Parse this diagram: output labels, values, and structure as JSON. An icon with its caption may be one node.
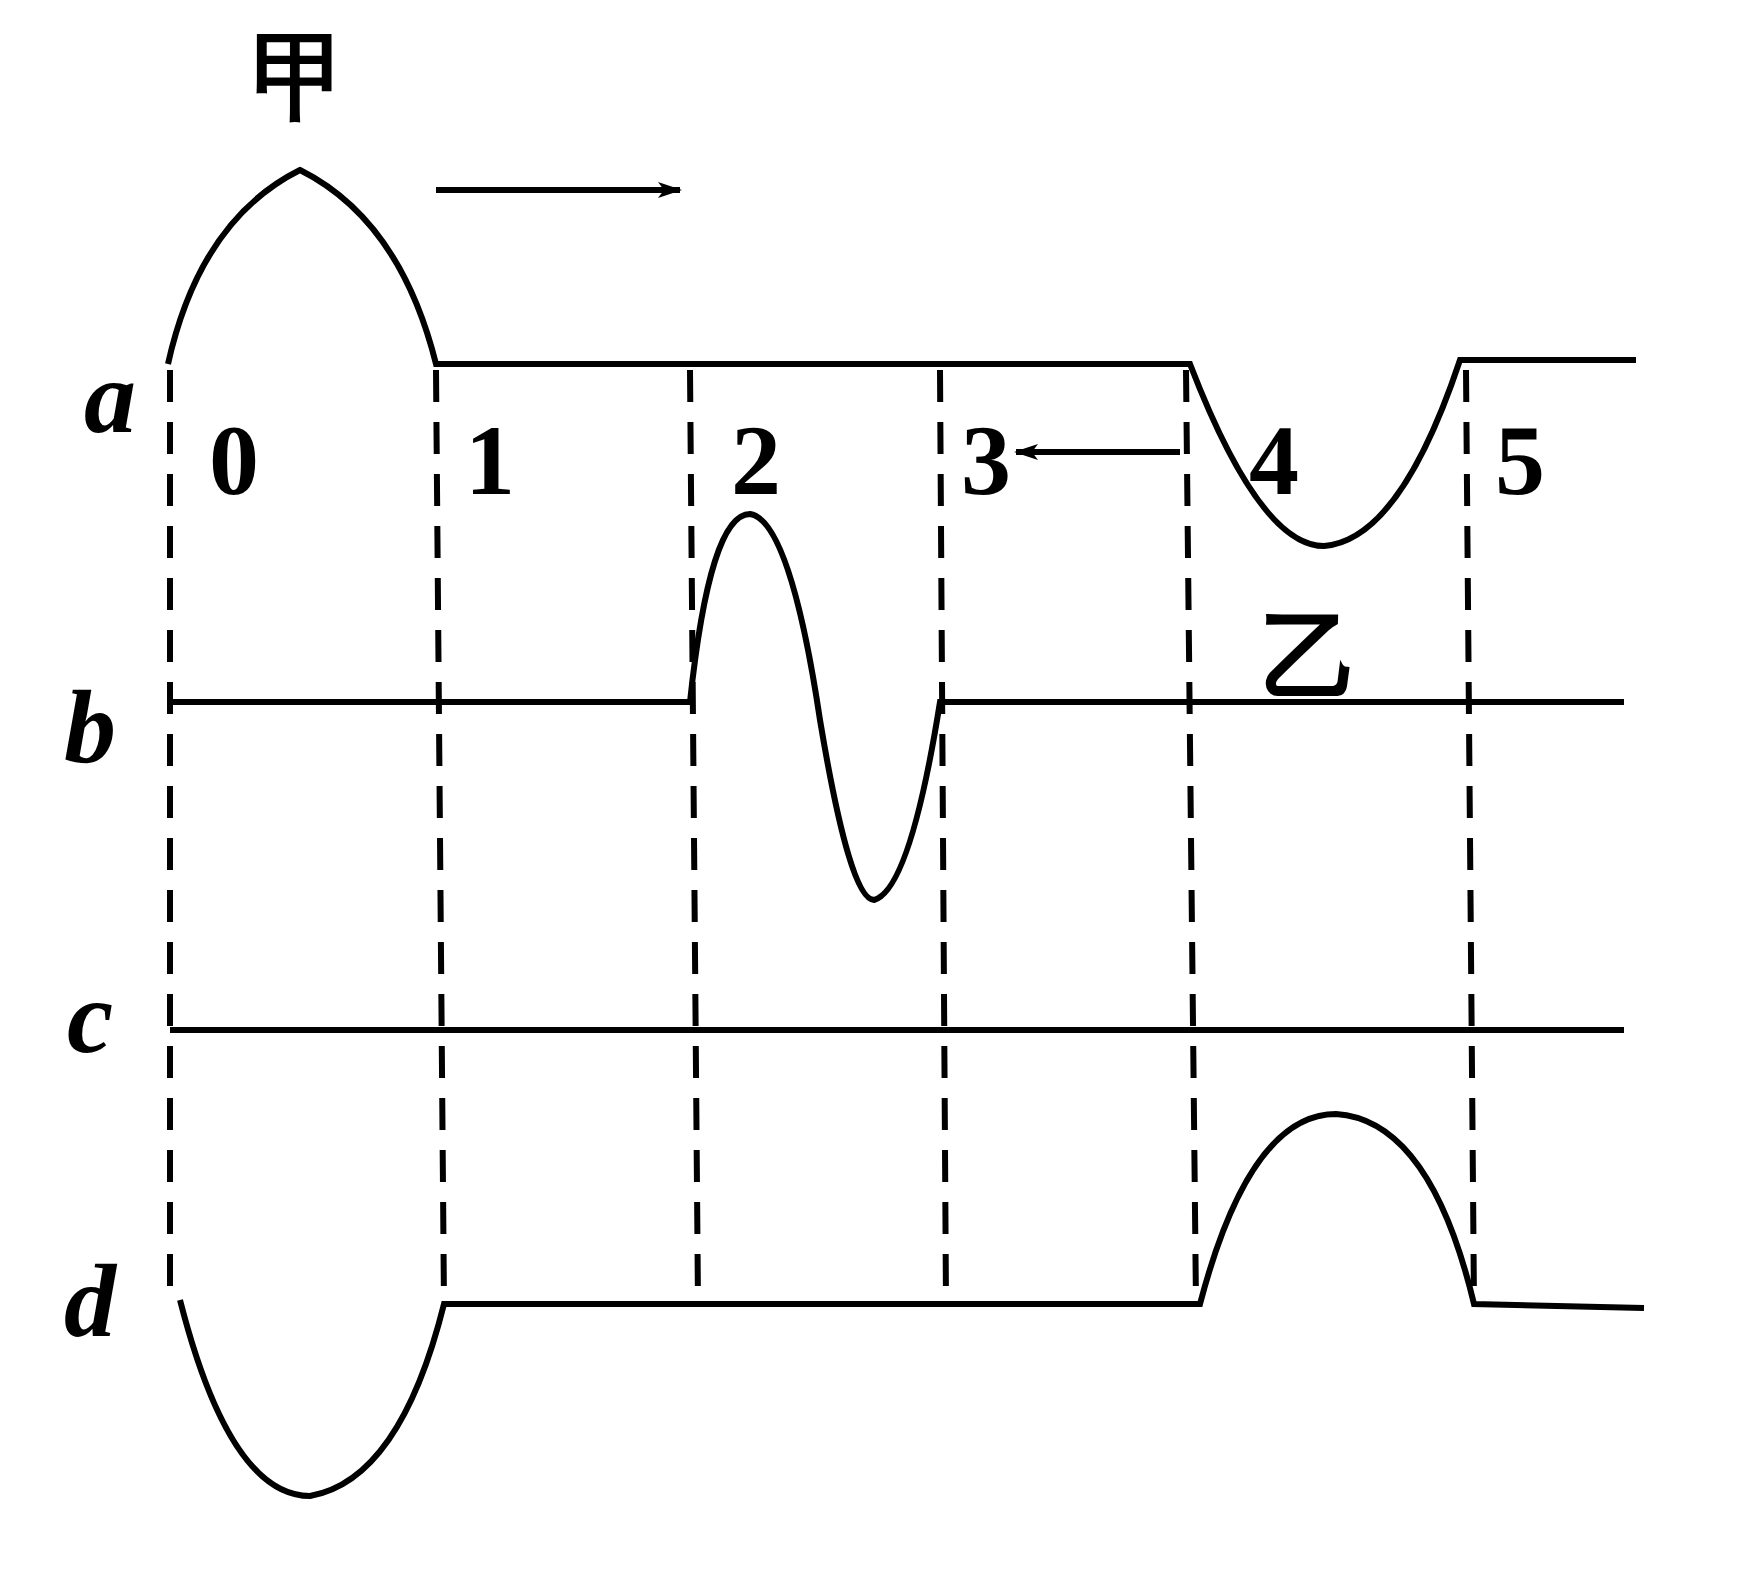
{
  "diagram": {
    "labels": [
      "甲",
      "a",
      "0",
      "1",
      "2",
      "3",
      "4",
      "5",
      "乙",
      "b",
      "c",
      "d"
    ]
  }
}
